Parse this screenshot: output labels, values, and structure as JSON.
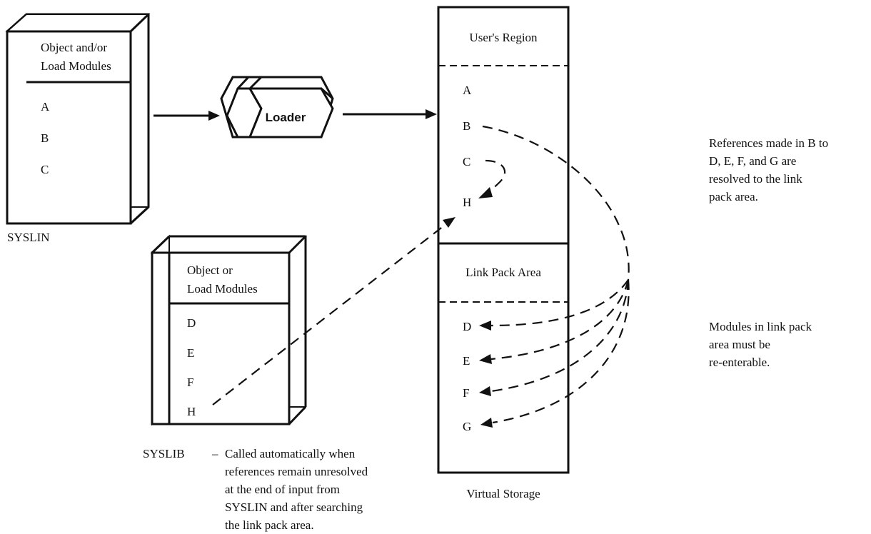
{
  "syslin": {
    "header_line1": "Object and/or",
    "header_line2": "Load Modules",
    "modules": [
      "A",
      "B",
      "C"
    ],
    "caption": "SYSLIN"
  },
  "loader": {
    "label": "Loader"
  },
  "syslib": {
    "header_line1": "Object or",
    "header_line2": "Load Modules",
    "modules": [
      "D",
      "E",
      "F",
      "H"
    ],
    "caption_label": "SYSLIB",
    "caption_dash": "–",
    "caption_lines": [
      "Called automatically when",
      "references remain unresolved",
      "at the end of input from",
      "SYSLIN and after searching",
      "the link pack area."
    ]
  },
  "virtual_storage": {
    "user_region_title": "User's Region",
    "user_region_modules": [
      "A",
      "B",
      "C",
      "H"
    ],
    "link_pack_title": "Link Pack Area",
    "link_pack_modules": [
      "D",
      "E",
      "F",
      "G"
    ],
    "caption": "Virtual Storage"
  },
  "notes": {
    "references": [
      "References made in B to",
      "D, E, F, and G are",
      "resolved to the link",
      "pack area."
    ],
    "reentrant": [
      "Modules in link pack",
      "area must be",
      "re-enterable."
    ]
  }
}
